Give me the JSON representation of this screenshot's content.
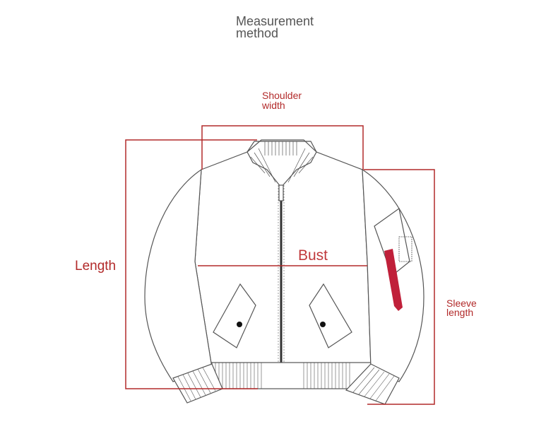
{
  "title": "Measurement method",
  "title_lines": [
    "Measurement",
    "method"
  ],
  "labels": {
    "shoulder_width": [
      "Shoulder",
      "width"
    ],
    "length": "Length",
    "bust": "Bust",
    "sleeve_length": [
      "Sleeve",
      "length"
    ]
  },
  "colors": {
    "measure_line": "#b22a2a",
    "outline": "#555555",
    "tag": "#c0203a",
    "title_text": "#555555"
  },
  "garment": "bomber-jacket"
}
